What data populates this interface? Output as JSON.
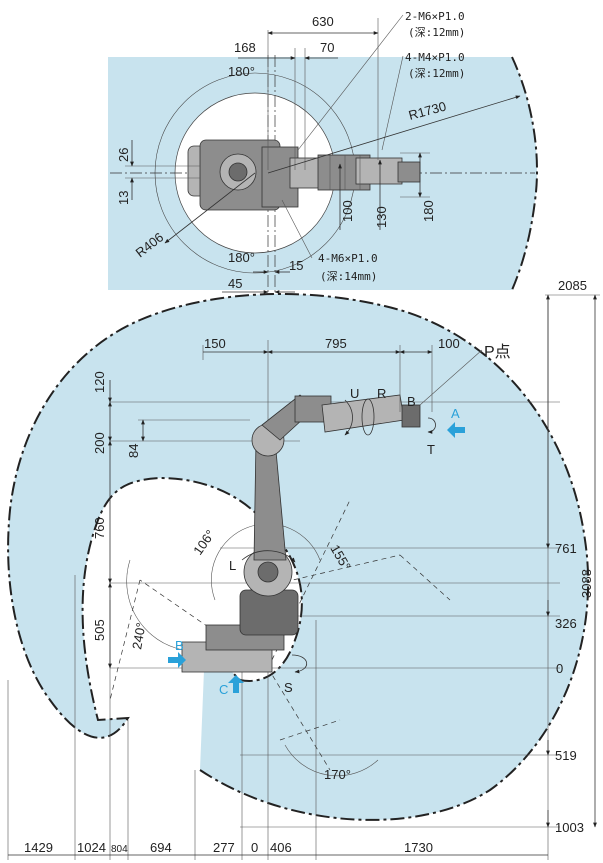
{
  "top_view": {
    "dim_630": "630",
    "dim_168": "168",
    "dim_70": "70",
    "note_2m6": "2-M6×P1.0",
    "note_2m6_depth": "(深:12mm)",
    "note_4m4": "4-M4×P1.0",
    "note_4m4_depth": "(深:12mm)",
    "angle_top": "180°",
    "radius_outer": "R1730",
    "dim_26": "26",
    "dim_13": "13",
    "dim_100": "100",
    "dim_130": "130",
    "dim_180": "180",
    "radius_inner": "R406",
    "angle_bottom": "180°",
    "dim_15": "15",
    "note_4m6": "4-M6×P1.0",
    "note_4m6_depth": "(深:14mm)",
    "dim_45": "45"
  },
  "side_view": {
    "dim_2085": "2085",
    "dim_150": "150",
    "dim_795": "795",
    "dim_100": "100",
    "point_label": "P点",
    "dim_120": "120",
    "dim_200": "200",
    "dim_84": "84",
    "dim_760": "760",
    "dim_505": "505",
    "dim_761": "761",
    "dim_326": "326",
    "dim_0": "0",
    "dim_519": "519",
    "dim_1003": "1003",
    "dim_3088": "3088",
    "angle_106": "106°",
    "angle_155": "155°",
    "angle_240": "240°",
    "angle_170": "170°",
    "axis_u": "U",
    "axis_r": "R",
    "axis_b": "B",
    "axis_t": "T",
    "axis_l": "L",
    "axis_s": "S",
    "view_a": "A",
    "view_b": "B",
    "view_c": "C",
    "bottom_dims": [
      "1429",
      "1024",
      "804",
      "694",
      "277",
      "0",
      "406",
      "1730"
    ]
  },
  "colors": {
    "envelope_fill": "#c8e3ee",
    "robot_body": "#8d8d8d",
    "view_arrow": "#2aa1d9"
  }
}
